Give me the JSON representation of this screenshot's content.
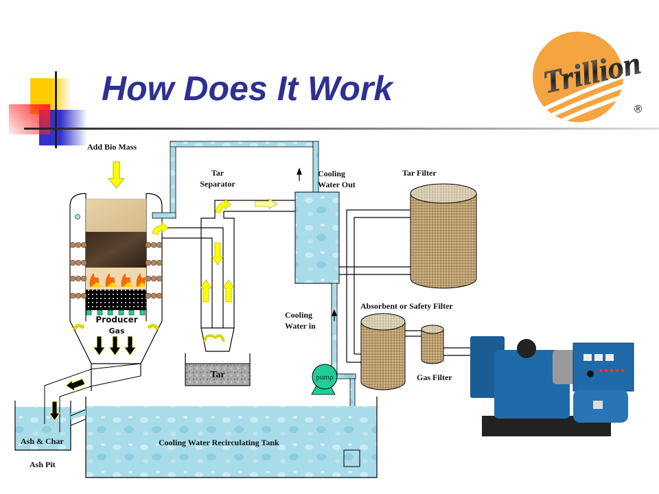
{
  "slide": {
    "title": "How Does It Work",
    "logo": {
      "brand": "Trillion",
      "registered": "®",
      "colors": {
        "orange": "#f5a442",
        "text": "#555555"
      }
    },
    "colors": {
      "title": "#2e3192",
      "water": "#a8dbe8",
      "pump": "#22cc99",
      "arrow": "#ffff00",
      "filter": "#b89868",
      "generator": "#1f6aa8"
    }
  },
  "labels": {
    "add_biomass": "Add  Bio Mass",
    "tar_separator_1": "Tar",
    "tar_separator_2": "Separator",
    "cooling_out_1": "Cooling",
    "cooling_out_2": "Water  Out",
    "tar_filter": "Tar  Filter",
    "absorbent_filter": "Absorbent  or Safety Filter",
    "cooling_in_1": "Cooling",
    "cooling_in_2": "Water  in",
    "gas_filter": "Gas Filter",
    "producer_gas_1": "Producer",
    "producer_gas_2": "Gas",
    "tar": "Tar",
    "pump": "pump",
    "ash_char": "Ash & Char",
    "ash_pit": "Ash Pit",
    "recirc_tank": "Cooling  Water  Recirculating  Tank"
  }
}
